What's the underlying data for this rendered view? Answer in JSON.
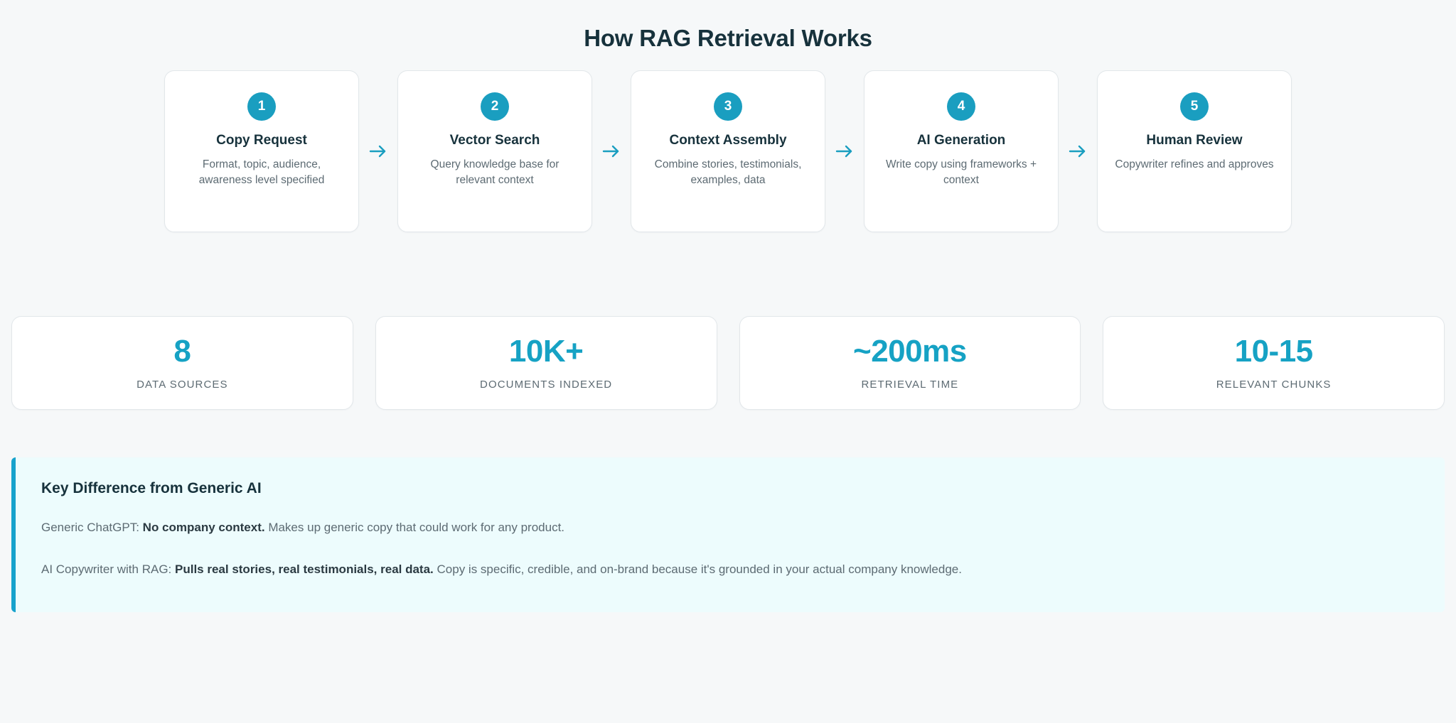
{
  "page": {
    "title": "How RAG Retrieval Works",
    "background_color": "#f6f8f9",
    "accent_color": "#1a9ec0"
  },
  "flow": {
    "arrow_icon": "arrow-right-icon",
    "steps": [
      {
        "number": "1",
        "title": "Copy Request",
        "description": "Format, topic, audience, awareness level specified"
      },
      {
        "number": "2",
        "title": "Vector Search",
        "description": "Query knowledge base for relevant context"
      },
      {
        "number": "3",
        "title": "Context Assembly",
        "description": "Combine stories, testimonials, examples, data"
      },
      {
        "number": "4",
        "title": "AI Generation",
        "description": "Write copy using frameworks + context"
      },
      {
        "number": "5",
        "title": "Human Review",
        "description": "Copywriter refines and approves"
      }
    ]
  },
  "stats": [
    {
      "value": "8",
      "label": "DATA SOURCES"
    },
    {
      "value": "10K+",
      "label": "DOCUMENTS INDEXED"
    },
    {
      "value": "~200ms",
      "label": "RETRIEVAL TIME"
    },
    {
      "value": "10-15",
      "label": "RELEVANT CHUNKS"
    }
  ],
  "callout": {
    "accent_color": "#17a2cc",
    "background_color": "#edfcfd",
    "title": "Key Difference from Generic AI",
    "lines": [
      {
        "lead": "Generic ChatGPT: ",
        "bold": "No company context.",
        "tail": " Makes up generic copy that could work for any product."
      },
      {
        "lead": "AI Copywriter with RAG: ",
        "bold": "Pulls real stories, real testimonials, real data.",
        "tail": " Copy is specific, credible, and on-brand because it's grounded in your actual company knowledge."
      }
    ]
  }
}
